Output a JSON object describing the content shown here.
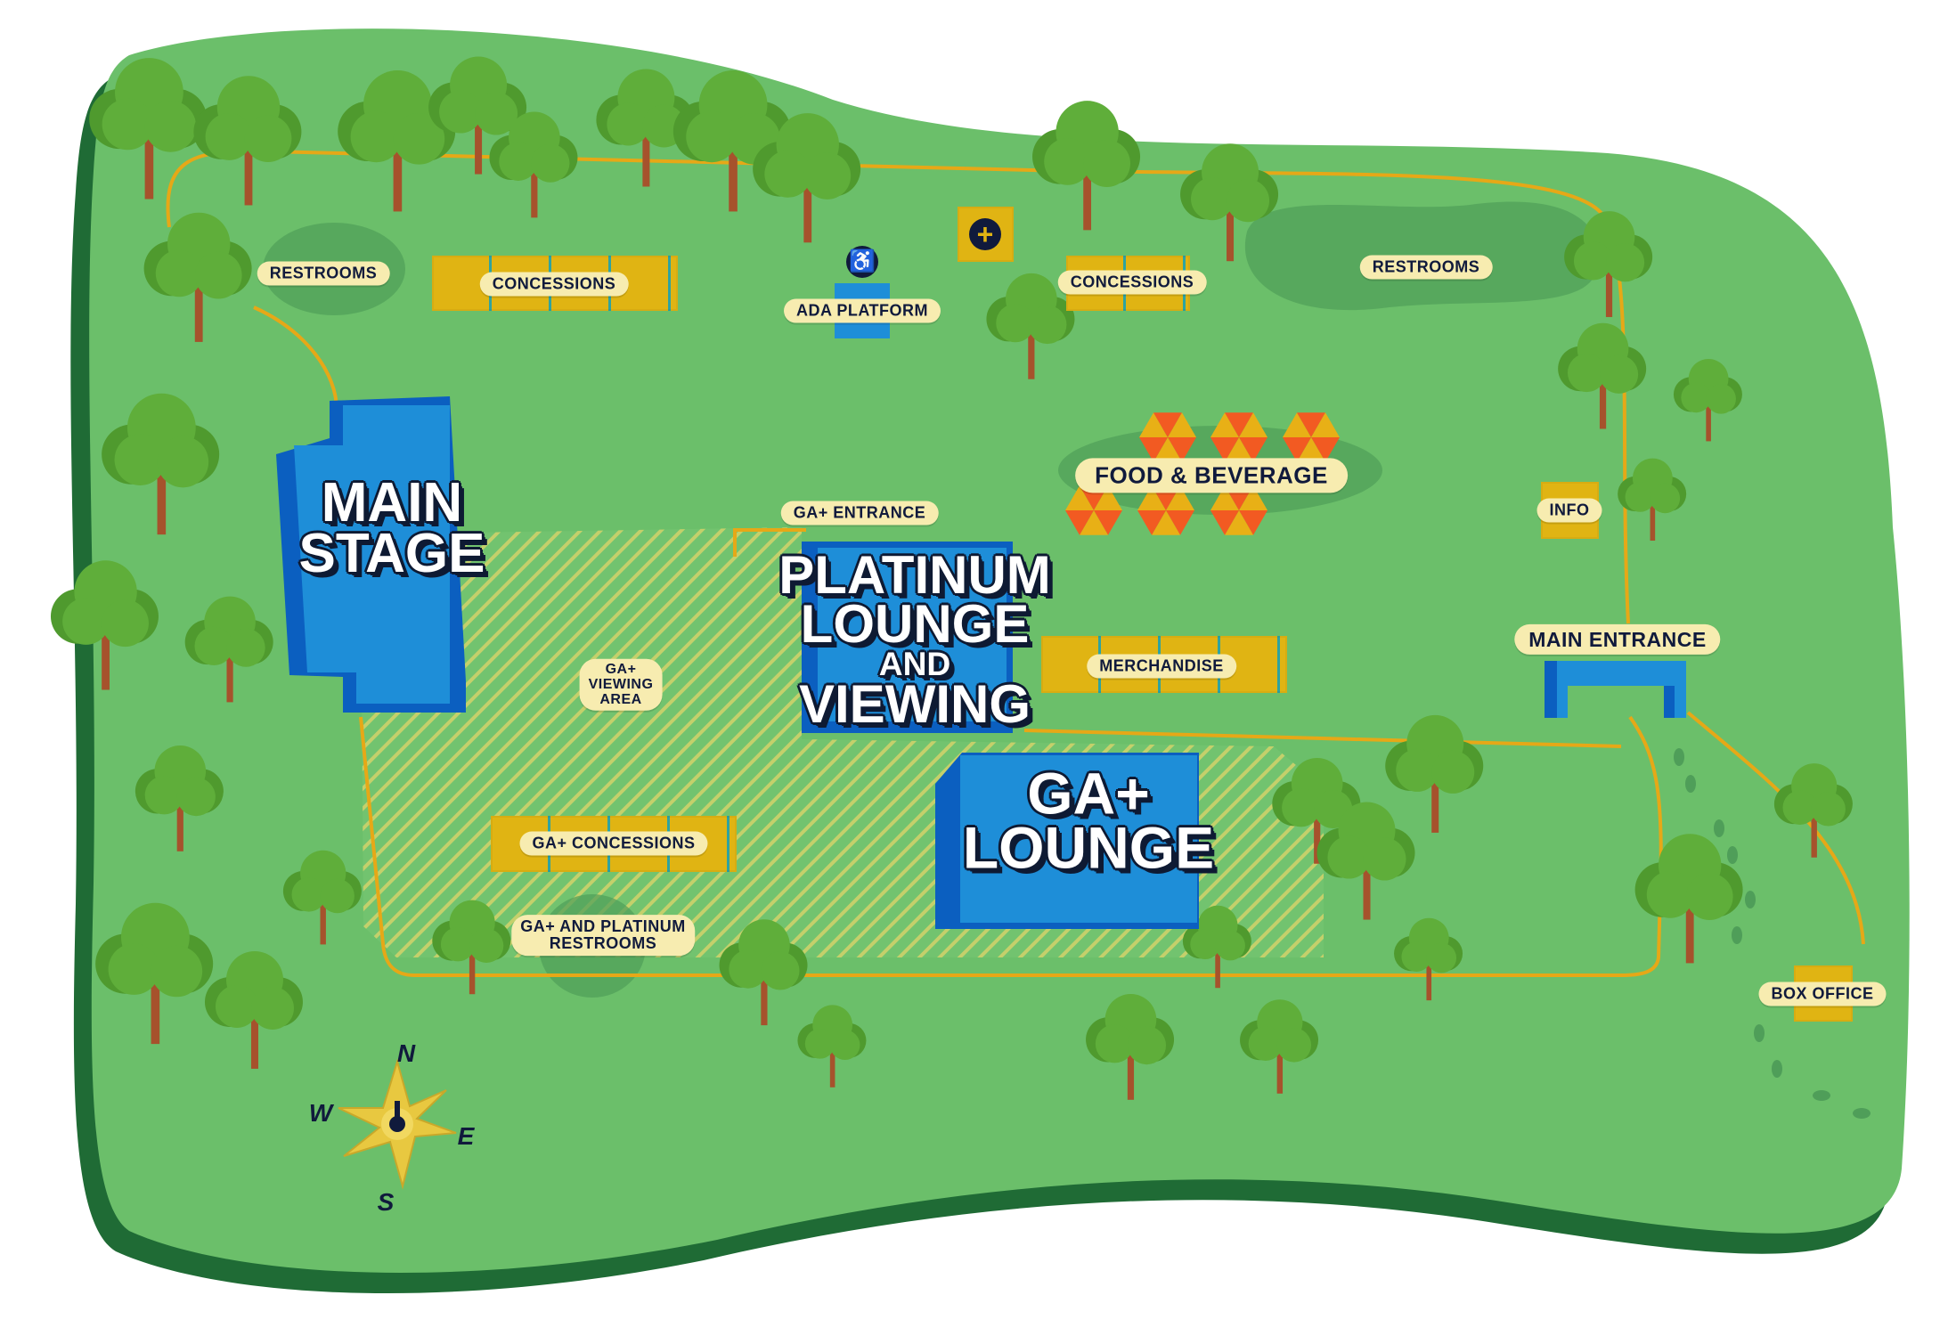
{
  "map": {
    "labels": {
      "restrooms_west": "RESTROOMS",
      "concessions_north": "CONCESSIONS",
      "ada_platform": "ADA PLATFORM",
      "concessions_northeast": "CONCESSIONS",
      "restrooms_east": "RESTROOMS",
      "food_beverage": "FOOD & BEVERAGE",
      "info": "INFO",
      "main_entrance": "MAIN ENTRANCE",
      "box_office": "BOX OFFICE",
      "merchandise": "MERCHANDISE",
      "ga_plus_entrance": "GA+ ENTRANCE",
      "ga_plus_viewing_area": [
        "GA+",
        "VIEWING",
        "AREA"
      ],
      "ga_plus_concessions": "GA+ CONCESSIONS",
      "ga_plus_platinum_restrooms": [
        "GA+ AND PLATINUM",
        "RESTROOMS"
      ]
    },
    "venues": {
      "main_stage": [
        "MAIN",
        "STAGE"
      ],
      "platinum_lounge": [
        "PLATINUM",
        "LOUNGE",
        "AND",
        "VIEWING"
      ],
      "ga_plus_lounge": [
        "GA+",
        "LOUNGE"
      ]
    },
    "compass": {
      "n": "N",
      "e": "E",
      "s": "S",
      "w": "W"
    },
    "icons": {
      "ada": "wheelchair-icon",
      "first_aid": "plus-icon",
      "compass": "compass-rose-icon",
      "trees": "tree-icon",
      "food_tents": "hexagon-tent-icon"
    }
  },
  "colors": {
    "grass": "#6bbf6a",
    "grass_edge": "#1f6b35",
    "path": "#e6a817",
    "venue_blue": "#1e8ed8",
    "venue_blue_dark": "#0b5fc0",
    "booth_yellow": "#e0b413",
    "label_bg": "#f7ecb0",
    "label_text": "#101a3c",
    "tent_orange": "#f25a22"
  }
}
